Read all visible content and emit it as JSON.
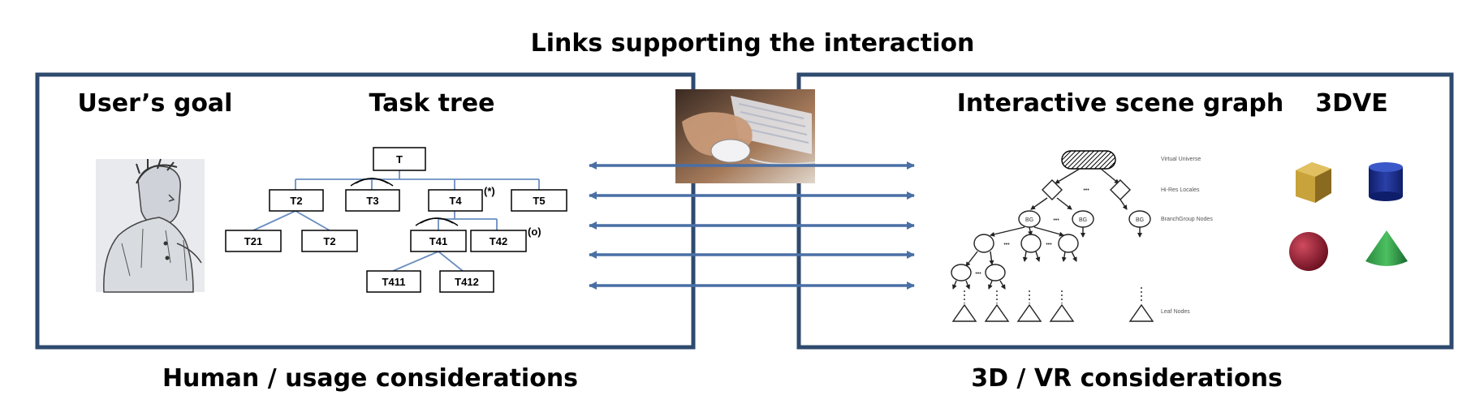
{
  "title": "Links  supporting the interaction",
  "left_panel": {
    "caption": "Human / usage considerations",
    "goal_heading": "User’s goal",
    "tree_heading": "Task tree",
    "task_nodes": {
      "root": "T",
      "t2": "T2",
      "t3": "T3",
      "t4": "T4",
      "t5": "T5",
      "t21": "T21",
      "t2b": "T2",
      "t41": "T41",
      "t42": "T42",
      "t411": "T411",
      "t412": "T412"
    },
    "t4_marker": "(*)",
    "t42_marker": "(o)"
  },
  "right_panel": {
    "caption": "3D / VR considerations",
    "graph_heading": "Interactive scene graph",
    "dve_heading": "3DVE",
    "scene_labels": {
      "virtual_universe": "Virtual Universe",
      "hires_locales": "Hi-Res Locales",
      "branch_group_nodes": "BranchGroup Nodes",
      "leaf_nodes": "Leaf Nodes",
      "bg": "BG",
      "dots": "•••"
    }
  },
  "colors": {
    "frame": "#2e4a6e",
    "arrow": "#4a6fa5",
    "tree_line": "#6a8fc0"
  },
  "icons": [
    "user-sketch-icon",
    "mouse-keyboard-photo",
    "cube-icon",
    "cylinder-icon",
    "sphere-icon",
    "cone-icon"
  ]
}
